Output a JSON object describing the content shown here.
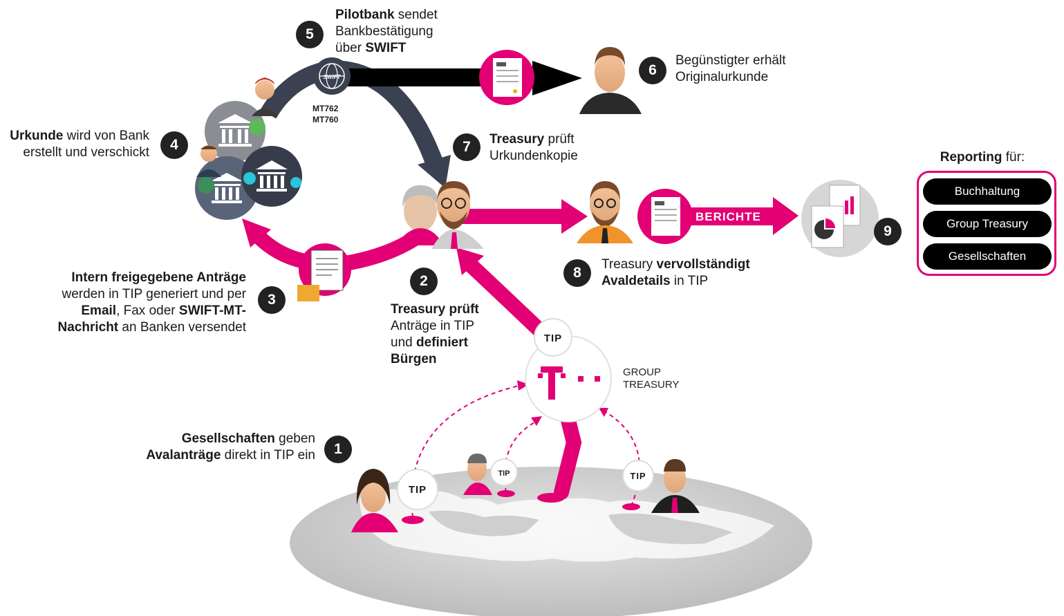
{
  "steps": {
    "s1": {
      "num": "1",
      "bold1": "Gesellschaften",
      "text1": " geben",
      "bold2": "Avalanträge",
      "text2": " direkt in TIP ein"
    },
    "s2": {
      "num": "2",
      "bold1": "Treasury prüft",
      "text1": "Anträge in TIP",
      "text2a": "und ",
      "bold2": "definiert",
      "bold3": "Bürgen"
    },
    "s3": {
      "num": "3",
      "bold1": "Intern freigegebene Anträge",
      "text1": "werden in TIP generiert und per",
      "bold2": "Email",
      "text2": ", Fax oder ",
      "bold3": "SWIFT-MT-",
      "bold4": "Nachricht",
      "text3": " an Banken versendet"
    },
    "s4": {
      "num": "4",
      "bold1": "Urkunde",
      "text1": " wird von Bank",
      "text2": "erstellt und verschickt"
    },
    "s5": {
      "num": "5",
      "bold1": "Pilotbank",
      "text1": " sendet",
      "text2": "Bankbestätigung",
      "text3": "über ",
      "bold2": "SWIFT"
    },
    "s6": {
      "num": "6",
      "text1": "Begünstigter erhält",
      "text2": "Originalurkunde"
    },
    "s7": {
      "num": "7",
      "bold1": "Treasury",
      "text1": " prüft",
      "text2": "Urkundenkopie"
    },
    "s8": {
      "num": "8",
      "text1": "Treasury ",
      "bold1": "vervollständigt",
      "bold2": "Avaldetails",
      "text2": " in TIP"
    },
    "s9": {
      "num": "9"
    }
  },
  "swift": {
    "logo": "SWIFT",
    "mt1": "MT762",
    "mt2": "MT760"
  },
  "berichte": "BERICHTE",
  "group_treasury": {
    "line1": "GROUP",
    "line2": "TREASURY"
  },
  "tip_label": "TIP",
  "reporting": {
    "title_bold": "Reporting",
    "title_rest": " für:",
    "items": [
      "Buchhaltung",
      "Group Treasury",
      "Gesellschaften"
    ]
  },
  "colors": {
    "magenta": "#e20074",
    "dark_arrow": "#3a4150",
    "black": "#000000",
    "step_circle": "#222222"
  },
  "icons": [
    "bank-icon",
    "person-icon",
    "document-icon",
    "swift-globe-icon",
    "telekom-logo-icon",
    "report-icon",
    "world-map-icon"
  ]
}
